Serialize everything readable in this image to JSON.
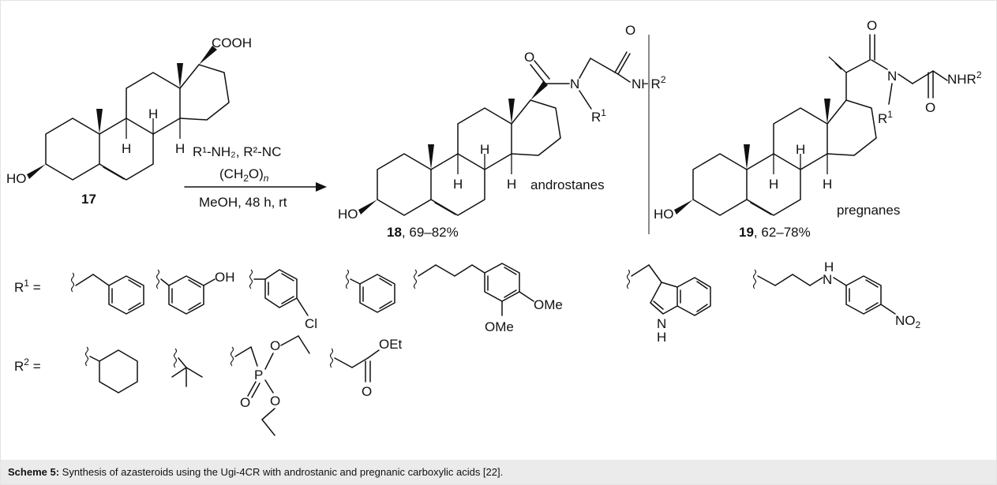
{
  "compounds": {
    "start": {
      "number": "17",
      "acid_label": "COOH",
      "hydroxy_label": "HO"
    },
    "product_androstane": {
      "number": "18",
      "yield": ", 69–82%",
      "class_name": "androstanes"
    },
    "product_pregnane": {
      "number": "19",
      "yield": ", 62–78%",
      "class_name": "pregnanes"
    }
  },
  "reaction": {
    "reagent_line1": "R¹-NH₂, R²-NC",
    "reagent_line2_prefix": "(CH",
    "reagent_line2_sub": "2",
    "reagent_line2_mid": "O)",
    "reagent_line2_n": "n",
    "conditions": "MeOH, 48 h, rt"
  },
  "atom_labels": {
    "H": "H",
    "O": "O",
    "N": "N",
    "NHR": "NHR",
    "R": "R",
    "sup1": "1",
    "sup2": "2",
    "OH": "OH",
    "Cl": "Cl",
    "OMe": "OMe",
    "P": "P",
    "OEt": "OEt",
    "NO": "NO",
    "sub2": "2"
  },
  "substituents": {
    "r1_label": "R",
    "r1_sup": "1",
    "r2_label": "R",
    "r2_sup": "2",
    "equals": " ="
  },
  "caption": {
    "label": "Scheme 5:",
    "text": " Synthesis of azasteroids using the Ugi-4CR with androstanic and pregnanic carboxylic acids [22]."
  },
  "colors": {
    "caption_background": "#ebebeb",
    "frame_border": "#e3e3e3",
    "ink": "#111111",
    "divider": "#8a8a8a"
  }
}
